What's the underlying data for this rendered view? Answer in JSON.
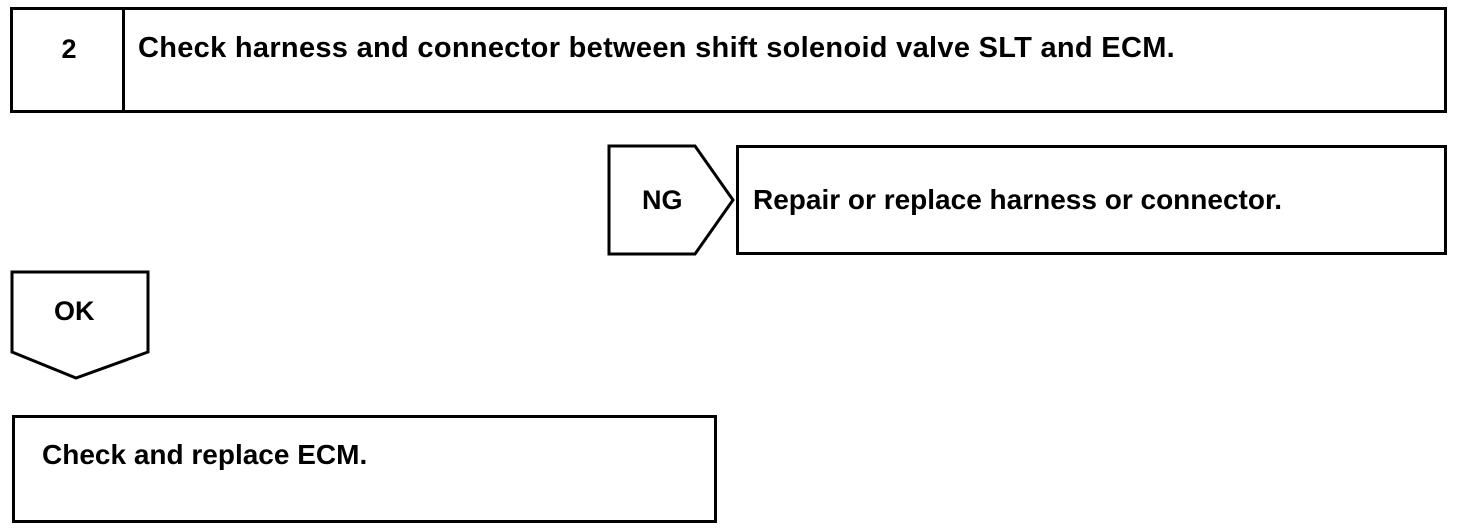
{
  "step": {
    "number": "2",
    "text": "Check harness and connector between shift solenoid valve SLT and ECM."
  },
  "ng_branch": {
    "label": "NG",
    "action": "Repair or replace harness or connector."
  },
  "ok_branch": {
    "label": "OK"
  },
  "final_step": {
    "text": "Check and replace ECM."
  }
}
